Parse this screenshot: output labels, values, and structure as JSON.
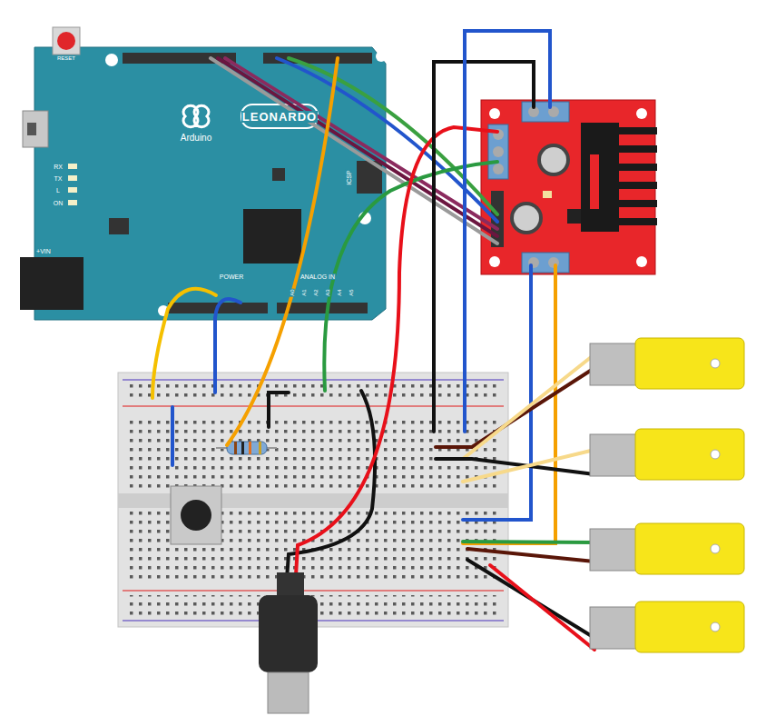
{
  "diagram": {
    "labels": [
      "RESET",
      "LEONARDO",
      "Arduino",
      "RX",
      "TX",
      "L",
      "ON",
      "ICSP",
      "POWER",
      "ANALOG IN",
      "+VIN",
      "A0",
      "A1",
      "A2",
      "A3",
      "A4",
      "A5"
    ]
  }
}
